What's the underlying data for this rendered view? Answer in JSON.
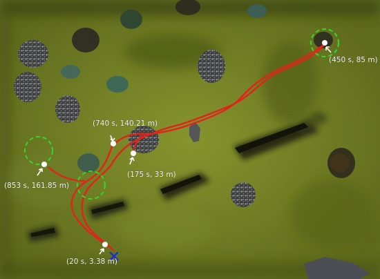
{
  "colors": {
    "terrain_base": "#5f6b1c",
    "terrain_light": "#7c8a2a",
    "trajectory": "#e0241a",
    "zone_circle": "#33d633",
    "waypoint_marker": "#ffffff",
    "start_marker": "#1a2fd6"
  },
  "map": {
    "icons": {
      "waypoint": "white-dot-with-arrow",
      "start": "blue-x-mark",
      "zone": "green-dashed-circle"
    },
    "waypoints": [
      {
        "label": "(450 s, 85 m)"
      },
      {
        "label": "(740 s, 140.21 m)"
      },
      {
        "label": "(175 s, 33  m)"
      },
      {
        "label": "(853 s, 161.85 m)"
      },
      {
        "label": "(20 s, 3.38 m)"
      }
    ]
  }
}
